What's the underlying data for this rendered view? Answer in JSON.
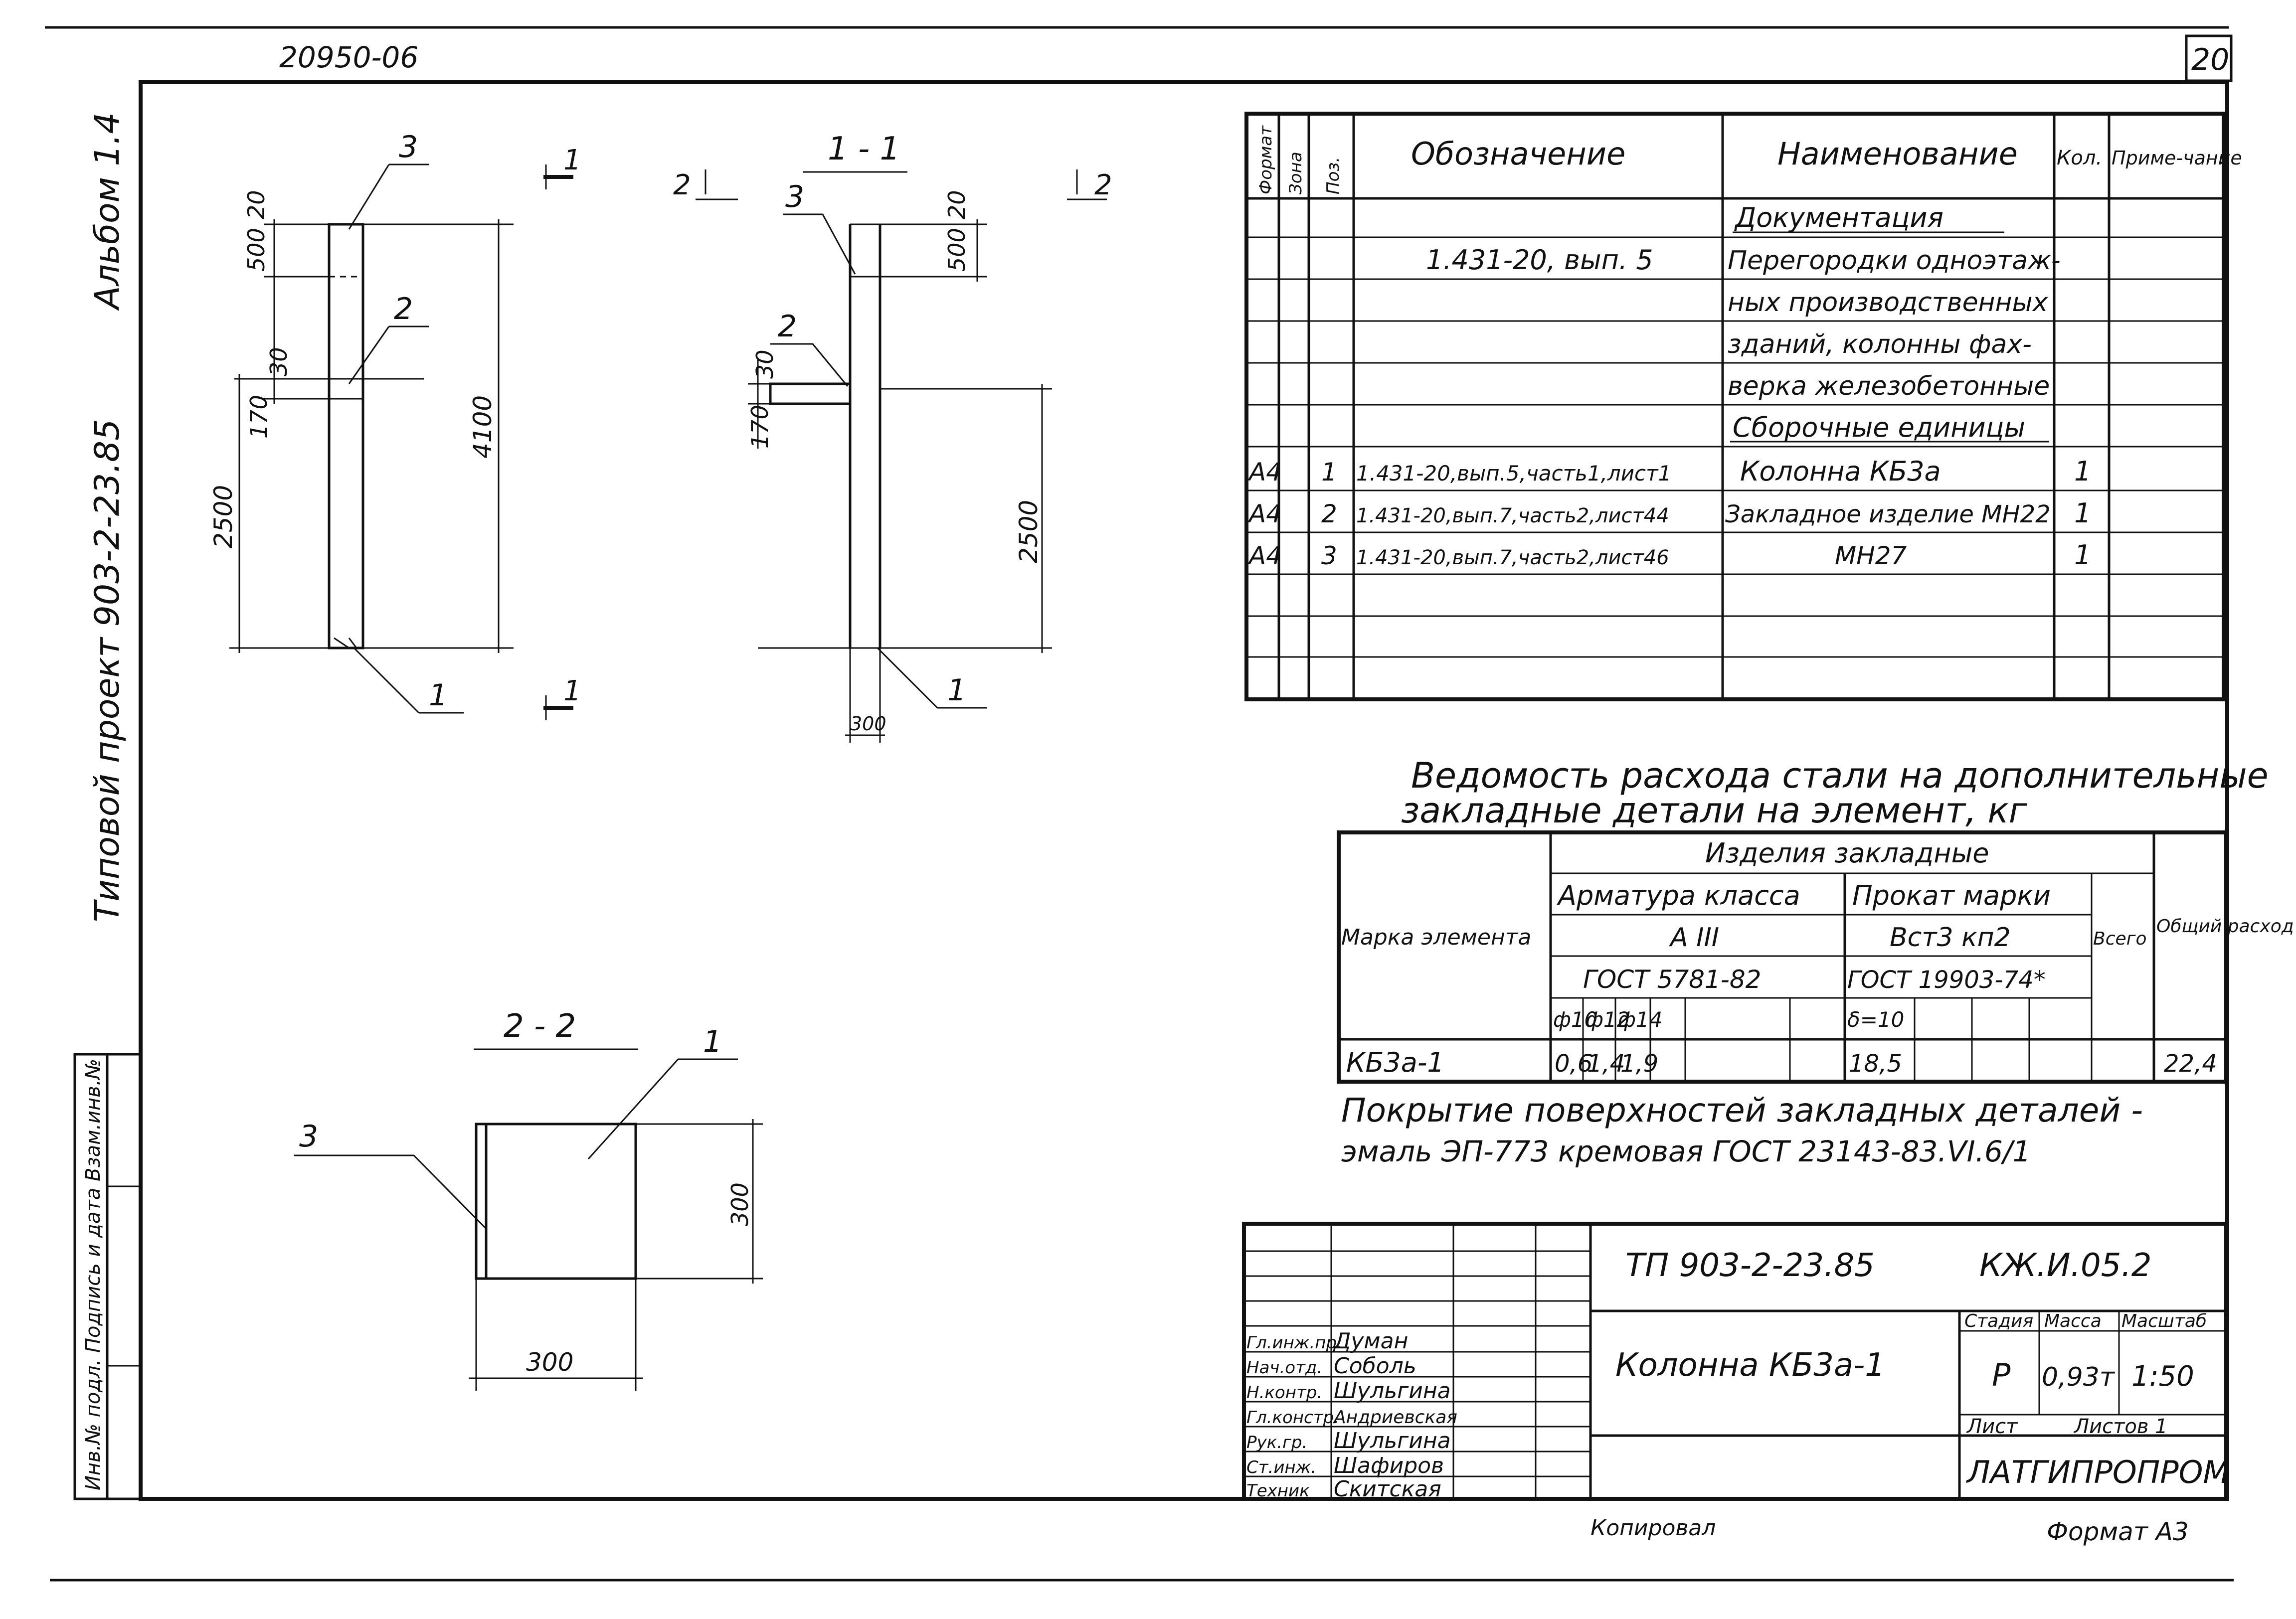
{
  "header": {
    "doc_code": "20950-06",
    "sheet_number": "20"
  },
  "side": {
    "album": "Альбом 1.4",
    "project": "Типовой проект 903-2-23.85",
    "stamp": "Инв.№ подл. Подпись и дата Взам.инв.№"
  },
  "views": {
    "mark_1": "1",
    "mark_2": "2",
    "section_1_1": "1 - 1",
    "section_2_2": "2 - 2",
    "pos1": "1",
    "pos2": "2",
    "pos3": "3",
    "dims": {
      "d500": "500",
      "d20": "20",
      "d30": "30",
      "d170": "170",
      "d2500": "2500",
      "d4100": "4100",
      "d300": "300"
    }
  },
  "spec_table": {
    "headers": [
      "Формат",
      "Зона",
      "Поз.",
      "Обозначение",
      "Наименование",
      "Кол.",
      "Приме-чание"
    ],
    "rows": [
      [
        "",
        "",
        "",
        "",
        "Документация",
        "",
        ""
      ],
      [
        "",
        "",
        "",
        "1.431-20, вып. 5",
        "Перегородки одноэтаж-",
        "",
        ""
      ],
      [
        "",
        "",
        "",
        "",
        "ных производственных",
        "",
        ""
      ],
      [
        "",
        "",
        "",
        "",
        "зданий, колонны фах-",
        "",
        ""
      ],
      [
        "",
        "",
        "",
        "",
        "верка железобетонные",
        "",
        ""
      ],
      [
        "",
        "",
        "",
        "",
        "Сборочные единицы",
        "",
        ""
      ],
      [
        "А4",
        "",
        "1",
        "1.431-20,вып.5,часть1,лист1",
        "Колонна КБ3а",
        "1",
        ""
      ],
      [
        "А4",
        "",
        "2",
        "1.431-20,вып.7,часть2,лист44",
        "Закладное изделие МН22",
        "1",
        ""
      ],
      [
        "А4",
        "",
        "3",
        "1.431-20,вып.7,часть2,лист46",
        "МН27",
        "1",
        ""
      ],
      [
        "",
        "",
        "",
        "",
        "",
        "",
        ""
      ],
      [
        "",
        "",
        "",
        "",
        "",
        "",
        ""
      ],
      [
        "",
        "",
        "",
        "",
        "",
        "",
        ""
      ]
    ]
  },
  "steel": {
    "title_line1": "Ведомость расхода стали на дополнительные",
    "title_line2": "закладные детали на элемент, кг",
    "marka": "Марка элемента",
    "izdeliya": "Изделия закладные",
    "armatura": "Арматура класса",
    "prokat": "Прокат марки",
    "a3": "А III",
    "vst": "Вст3 кп2",
    "gost1": "ГОСТ 5781-82",
    "gost2": "ГОСТ 19903-74*",
    "vsego": "Всего",
    "obshiy": "Общий расход",
    "d10": "ф10",
    "d12": "ф12",
    "d14": "ф14",
    "s10": "δ=10",
    "row_mark": "КБ3а-1",
    "v10": "0,6",
    "v12": "1,4",
    "v14": "1,9",
    "vs10": "18,5",
    "total": "22,4"
  },
  "coating": {
    "line1": "Покрытие поверхностей закладных деталей -",
    "line2": "эмаль ЭП-773 кремовая ГОСТ 23143-83.VI.6/1"
  },
  "title_block": {
    "code": "ТП 903-2-23.85",
    "sheet_code": "КЖ.И.05.2",
    "name": "Колонна КБ3а-1",
    "stadiya_h": "Стадия",
    "massa_h": "Масса",
    "masshtab_h": "Масштаб",
    "stadiya": "Р",
    "massa": "0,93т",
    "masshtab": "1:50",
    "list_h": "Лист",
    "listov_h": "Листов 1",
    "org": "ЛАТГИПРОПРОМ",
    "staff": [
      {
        "role": "Гл.инж.пр.",
        "name": "Думан"
      },
      {
        "role": "Нач.отд.",
        "name": "Соболь"
      },
      {
        "role": "Н.контр.",
        "name": "Шульгина"
      },
      {
        "role": "Гл.констр.",
        "name": "Андриевская"
      },
      {
        "role": "Рук.гр.",
        "name": "Шульгина"
      },
      {
        "role": "Ст.инж.",
        "name": "Шафиров"
      },
      {
        "role": "Техник",
        "name": "Скитская"
      }
    ],
    "kopiroval": "Копировал",
    "format": "Формат А3"
  }
}
